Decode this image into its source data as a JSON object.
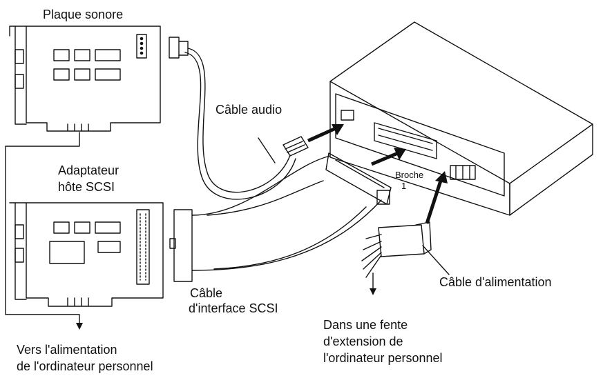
{
  "labels": {
    "sound_card": "Plaque sonore",
    "audio_cable": "Câble audio",
    "scsi_adapter_line1": "Adaptateur",
    "scsi_adapter_line2": "hôte SCSI",
    "pin_line1": "Broche",
    "pin_line2": "1",
    "scsi_cable_line1": "Câble",
    "scsi_cable_line2": "d'interface SCSI",
    "power_cable": "Câble d'alimentation",
    "to_pc_power_line1": "Vers l'alimentation",
    "to_pc_power_line2": "de l'ordinateur personnel",
    "to_slot_line1": "Dans une fente",
    "to_slot_line2": "d'extension de",
    "to_slot_line3": "l'ordinateur personnel"
  }
}
